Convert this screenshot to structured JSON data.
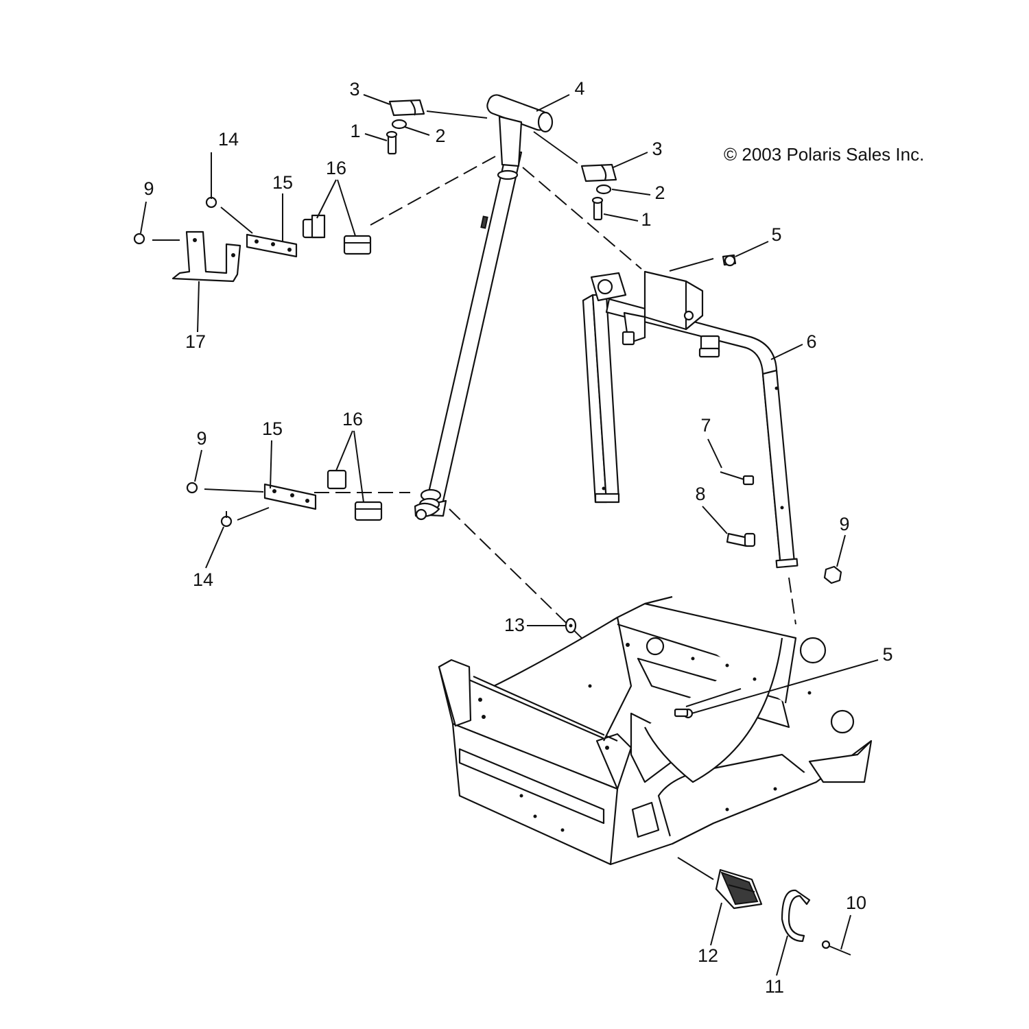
{
  "copyright": "© 2003 Polaris Sales Inc.",
  "callouts": {
    "c1_top": "1",
    "c2_top": "2",
    "c3_top": "3",
    "c4": "4",
    "c3_right": "3",
    "c2_right": "2",
    "c1_right": "1",
    "c5_upper": "5",
    "c6": "6",
    "c7": "7",
    "c8": "8",
    "c9_right": "9",
    "c14_top": "14",
    "c9_left_top": "9",
    "c15_top": "15",
    "c16_top": "16",
    "c17": "17",
    "c9_left_bottom": "9",
    "c15_bottom": "15",
    "c16_bottom": "16",
    "c14_bottom": "14",
    "c13": "13",
    "c5_lower": "5",
    "c12": "12",
    "c11": "11",
    "c10": "10"
  },
  "colors": {
    "ink": "#111111",
    "paper": "#ffffff"
  }
}
